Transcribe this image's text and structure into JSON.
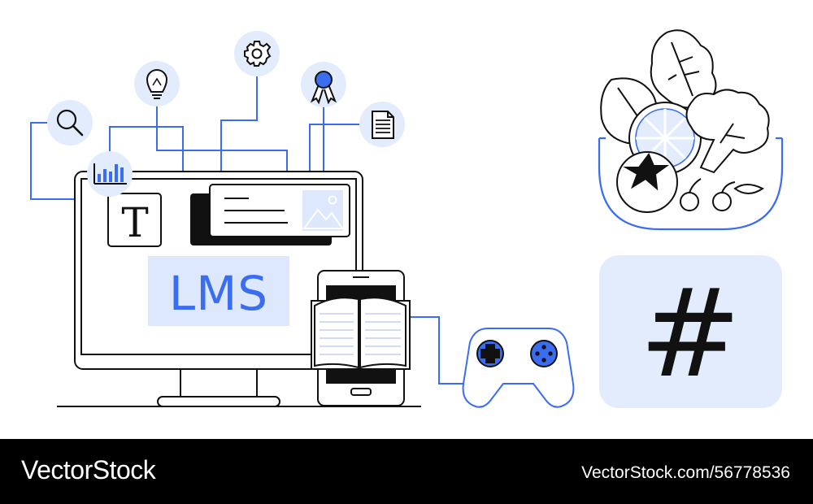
{
  "illustration": {
    "screen_text": "LMS",
    "text_block_letter": "T",
    "hashtag_symbol": "#",
    "accent_color": "#3b6df0",
    "light_fill": "#e3ecfd",
    "stroke_color": "#111111",
    "icons": [
      "search-icon",
      "bar-chart-icon",
      "lightbulb-icon",
      "gear-icon",
      "award-ribbon-icon",
      "document-icon",
      "image-icon",
      "open-book-icon",
      "gamepad-icon",
      "salad-bowl-icon",
      "hashtag-icon"
    ]
  },
  "footer": {
    "brand": "VectorStock",
    "url": "VectorStock.com/56778536"
  }
}
